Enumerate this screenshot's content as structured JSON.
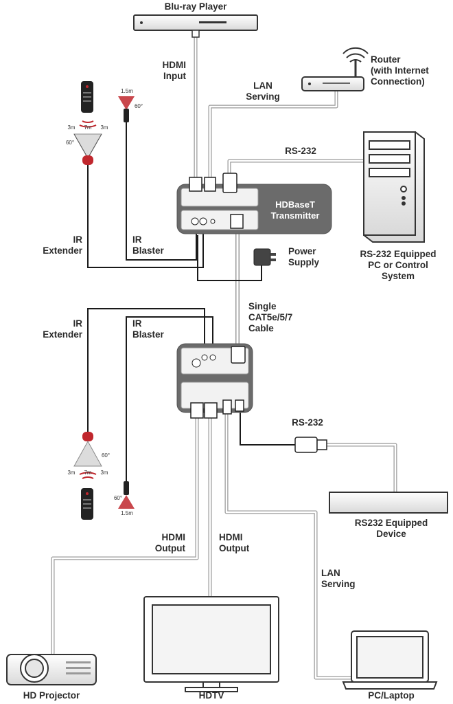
{
  "devices": {
    "bluray": "Blu-ray Player",
    "router": "Router\n(with Internet\nConnection)",
    "pc": "RS-232 Equipped\nPC or Control\nSystem",
    "transmitter": "HDBaseT\nTransmitter",
    "power_supply": "Power\nSupply",
    "rs232_device": "RS232 Equipped\nDevice",
    "projector": "HD Projector",
    "hdtv": "HDTV",
    "laptop": "PC/Laptop"
  },
  "connections": {
    "hdmi_input": "HDMI\nInput",
    "lan_serving_top": "LAN\nServing",
    "rs232_top": "RS-232",
    "ir_extender_top": "IR\nExtender",
    "ir_blaster_top": "IR\nBlaster",
    "cat_cable": "Single\nCAT5e/5/7\nCable",
    "ir_extender_bottom": "IR\nExtender",
    "ir_blaster_bottom": "IR\nBlaster",
    "rs232_bottom": "RS-232",
    "hdmi_output_1": "HDMI\nOutput",
    "hdmi_output_2": "HDMI\nOutput",
    "lan_serving_bottom": "LAN\nServing"
  },
  "ir_specs": {
    "top": {
      "range": "1.5m",
      "angle": "60°",
      "left": "3m",
      "mid": "7m",
      "right": "3m",
      "cone_angle": "60°"
    },
    "bottom": {
      "range": "1.5m",
      "angle": "60°",
      "left": "3m",
      "mid": "7m",
      "right": "3m",
      "cone_angle": "60°"
    }
  },
  "colors": {
    "cable": "#7a7a7a",
    "box": "#6b6b6b",
    "ir_red": "#c0272d"
  }
}
